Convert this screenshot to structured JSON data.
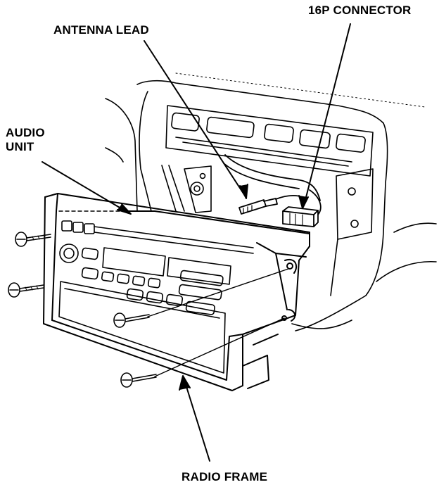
{
  "labels": {
    "connector": "16P CONNECTOR",
    "antenna": "ANTENNA LEAD",
    "audio_line1": "AUDIO",
    "audio_line2": "UNIT",
    "frame": "RADIO FRAME"
  },
  "colors": {
    "ink": "#000000",
    "paper": "#ffffff"
  }
}
